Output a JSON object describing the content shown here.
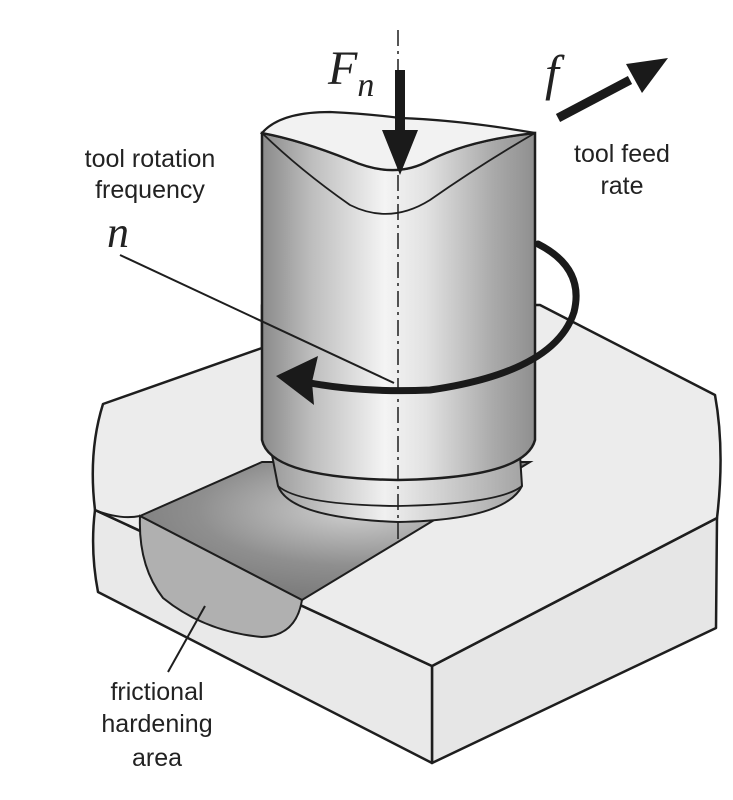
{
  "labels": {
    "force_symbol": "F",
    "force_subscript": "n",
    "feed_symbol": "f",
    "feed_line1": "tool feed",
    "feed_line2": "rate",
    "rotation_line1": "tool rotation",
    "rotation_line2": "frequency",
    "rotation_symbol": "n",
    "hardening_line1": "frictional",
    "hardening_line2": "hardening",
    "hardening_line3": "area"
  },
  "colors": {
    "outline": "#1e1e1e",
    "block_top": "#ececec",
    "block_side": "#e4e4e4",
    "groove": "#7f7f7f",
    "hardening": "#b0b0b0",
    "arrow": "#1a1a1a"
  }
}
